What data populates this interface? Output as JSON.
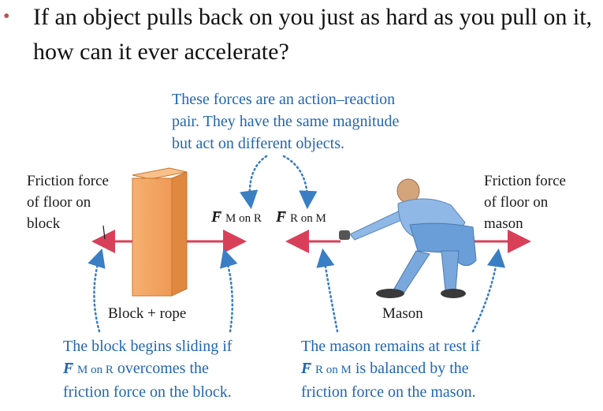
{
  "question": {
    "bullet": "•",
    "text": "If an object pulls back on you just as hard as you pull on it, how can it ever accelerate?"
  },
  "diagram": {
    "action_reaction_note": [
      "These forces are an action–reaction",
      "pair. They have the same magnitude",
      "but act on different objects."
    ],
    "friction_block_label": [
      "Friction force",
      "of floor on",
      "block"
    ],
    "friction_mason_label": [
      "Friction force",
      "of floor on",
      "mason"
    ],
    "force_m_on_r": {
      "symbol": "F",
      "subscript": "M on R"
    },
    "force_r_on_m": {
      "symbol": "F",
      "subscript": "R on M"
    },
    "block_label": "Block + rope",
    "mason_label": "Mason",
    "block_note": {
      "line1": "The block begins sliding if",
      "symbol": "F",
      "subscript": "M on R",
      "line2_rest": " overcomes the",
      "line3": "friction force on the block."
    },
    "mason_note": {
      "line1": "The mason remains at rest if",
      "symbol": "F",
      "subscript": "R on M",
      "line2_rest": " is balanced by the",
      "line3": "friction force on the mason."
    }
  },
  "colors": {
    "note_blue": "#2266b0",
    "force_red": "#d8405a",
    "block_orange": "#f4a460",
    "bullet": "#c0504d"
  },
  "icons": [
    "dotted-arrow",
    "force-arrow",
    "block-shape",
    "mason-figure",
    "vector-arrow"
  ]
}
